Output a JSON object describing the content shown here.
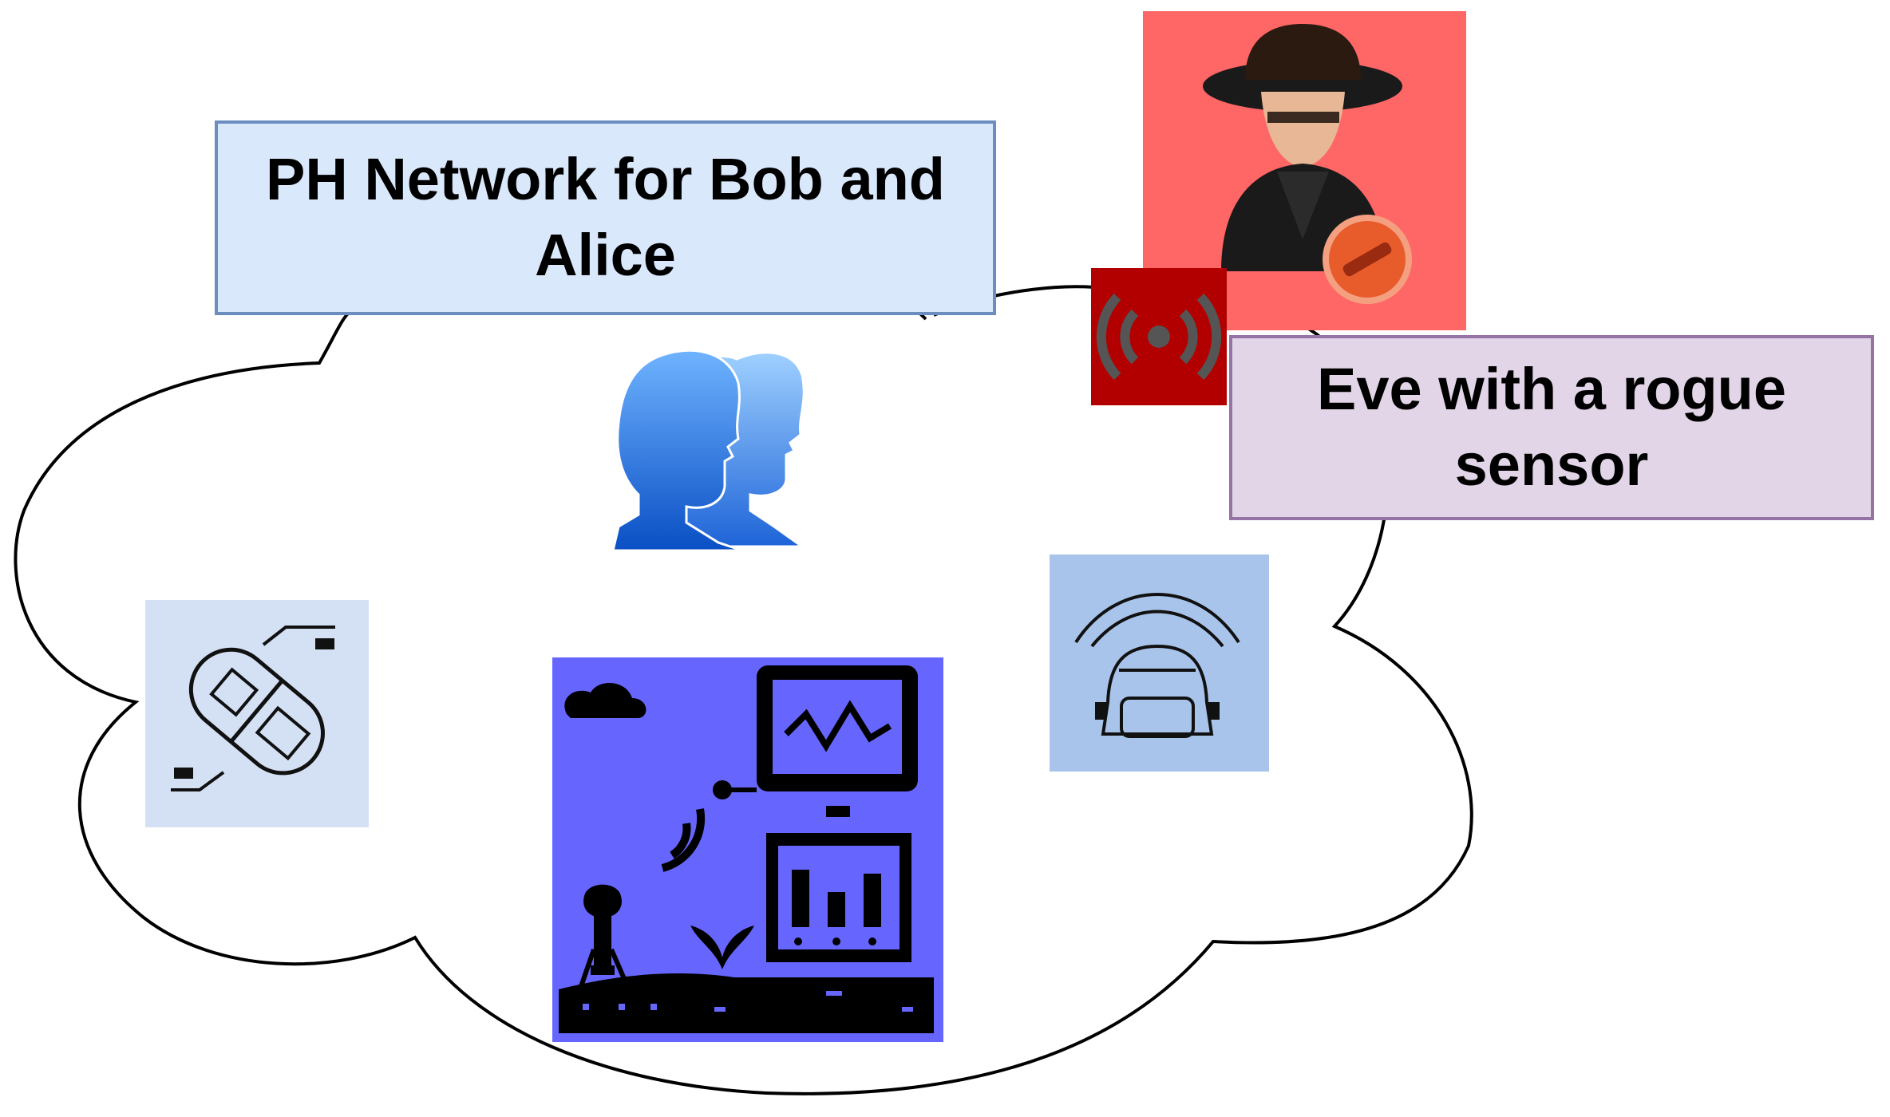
{
  "labels": {
    "network": "PH Network for Bob and Alice",
    "eve": "Eve with a rogue sensor"
  },
  "icons": [
    "cloud-outline",
    "bob-alice-users-icon",
    "spy-icon",
    "no-entry-icon",
    "rogue-sensor-icon",
    "smart-pill-sensor-icon",
    "smart-farm-sensor-icon",
    "vehicle-radar-sensor-icon"
  ],
  "colors": {
    "network_label_fill": "#dae8fc",
    "network_label_border": "#6c8ebf",
    "eve_label_fill": "#e1d5e7",
    "eve_label_border": "#9673a6",
    "spy_background": "#ff6666",
    "rogue_sensor_background": "#b20000",
    "pill_background": "#d4e1f5",
    "farm_background": "#6666ff",
    "radar_background": "#a9c4eb"
  }
}
